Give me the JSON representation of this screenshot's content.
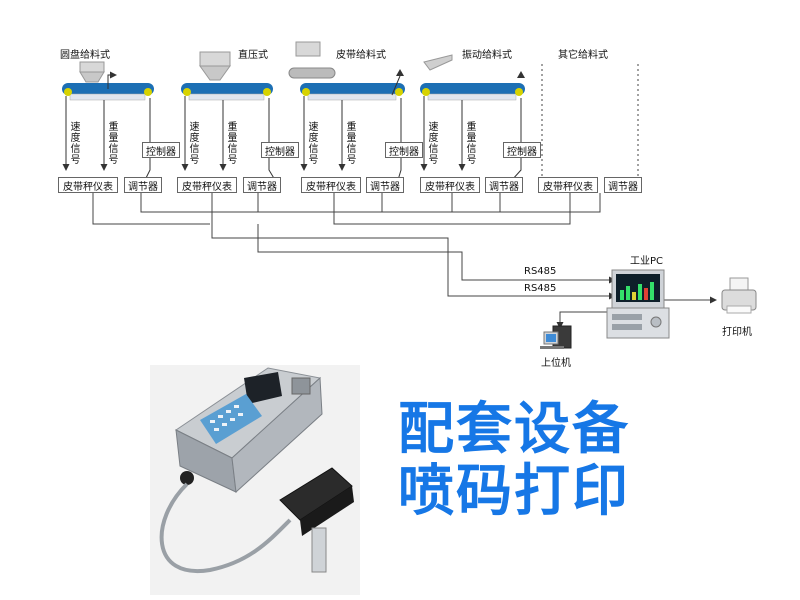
{
  "feeders": {
    "f1": "圆盘给料式",
    "f2": "直压式",
    "f3": "皮带给料式",
    "f4": "振动给料式",
    "f5": "其它给料式"
  },
  "signals": {
    "speed": "速度信号",
    "weight": "重量信号"
  },
  "boxes": {
    "controller": "控制器",
    "belt_scale": "皮带秤仪表",
    "regulator": "调节器"
  },
  "network": {
    "rs485_a": "RS485",
    "rs485_b": "RS485",
    "industrial_pc": "工业PC",
    "printer": "打印机",
    "host": "上位机"
  },
  "headline": {
    "line1": "配套设备",
    "line2": "喷码打印"
  },
  "colors": {
    "belt": "#1c6fb4",
    "headline": "#1677e6",
    "wire": "#444444"
  }
}
